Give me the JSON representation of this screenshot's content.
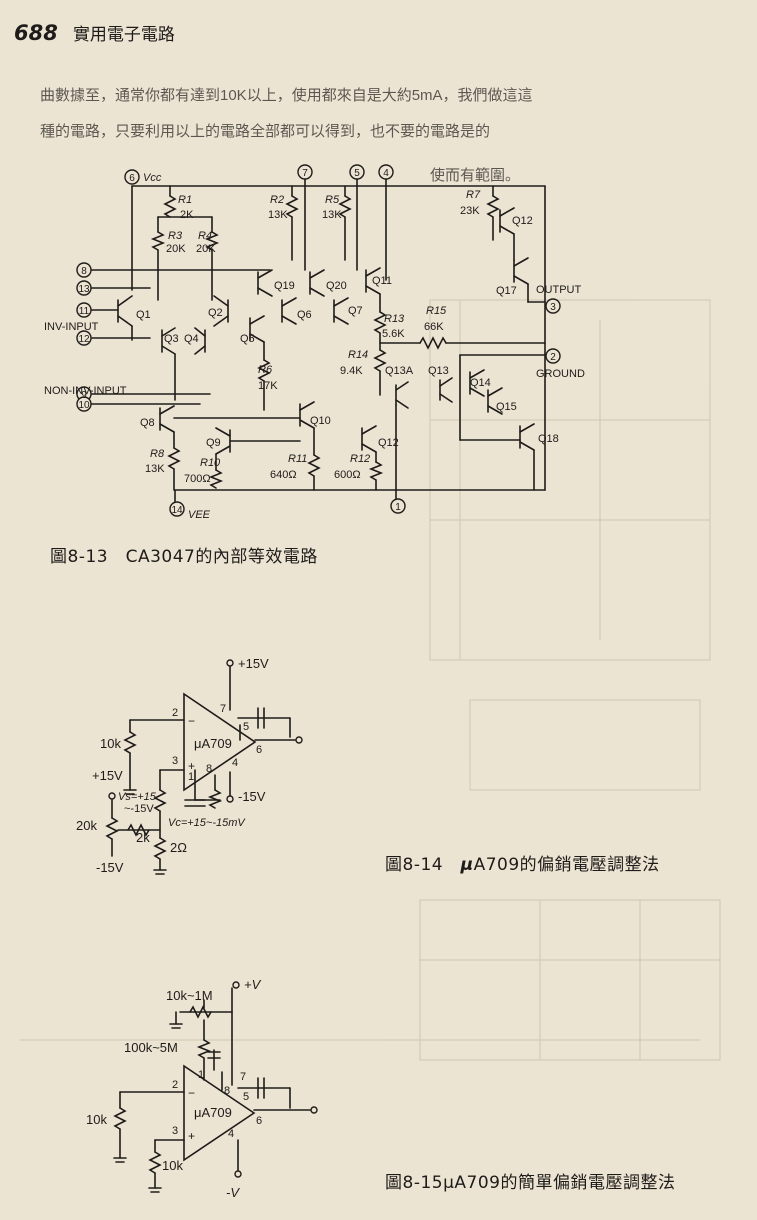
{
  "header": {
    "page_number": "688",
    "book_title": "實用電子電路"
  },
  "bleed_through": {
    "line1": "曲數據至，通常你都有達到10K以上，使用都來自是大約5mA，我們做這這",
    "line2": "種的電路，只要利用以上的電路全部都可以得到，也不要的電路是的",
    "line3": "使而有範圍。"
  },
  "figure_8_13": {
    "caption": "圖8-13　CA3047的內部等效電路",
    "pins": {
      "p1": "1",
      "p2": "2",
      "p3": "3",
      "p4": "4",
      "p5": "5",
      "p6": "6",
      "p7": "7",
      "p8": "8",
      "p9": "9",
      "p10": "10",
      "p11": "11",
      "p12": "12",
      "p13": "13",
      "p14": "14"
    },
    "vcc": "Vcc",
    "vee": "VEE",
    "inv_input": "INV-INPUT",
    "non_inv_input": "NON-INV-INPUT",
    "output": "OUTPUT",
    "ground": "GROUND",
    "resistors": {
      "r1": "R1",
      "r1v": "2K",
      "r2": "R2",
      "r2v": "13K",
      "r3": "R3",
      "r3v": "20K",
      "r4": "R4",
      "r4v": "20K",
      "r5": "R5",
      "r5v": "13K",
      "r6": "R6",
      "r6v": "17K",
      "r7": "R7",
      "r7v": "23K",
      "r8": "R8",
      "r8v": "13K",
      "r10": "R10",
      "r10v": "700Ω",
      "r11": "R11",
      "r11v": "640Ω",
      "r12": "R12",
      "r12v": "600Ω",
      "r13": "R13",
      "r13v": "5.6K",
      "r14": "R14",
      "r14v": "9.4K",
      "r15": "R15",
      "r15v": "66K"
    },
    "transistors": {
      "q1": "Q1",
      "q2": "Q2",
      "q3": "Q3",
      "q4": "Q4",
      "q5": "Q5",
      "q6": "Q6",
      "q7": "Q7",
      "q8": "Q8",
      "q9": "Q9",
      "q10": "Q10",
      "q11": "Q11",
      "q12": "Q12",
      "q12b": "Q12",
      "q13": "Q13",
      "q13a": "Q13A",
      "q14": "Q14",
      "q15": "Q15",
      "q17": "Q17",
      "q18": "Q18",
      "q19": "Q19",
      "q20": "Q20"
    }
  },
  "figure_8_14": {
    "caption_prefix": "圖8-14　",
    "mu": "μ",
    "caption_rest": "A709的偏銷電壓調整法",
    "opamp": "μA709",
    "plus15": "+15V",
    "minus15": "-15V",
    "minus15b": "-15V",
    "plus15b": "+15V",
    "r10k": "10k",
    "r20k": "20k",
    "r2k": "2k",
    "r2ohm": "2Ω",
    "vs": "Vs=+15",
    "vs2": "~-15V",
    "vc": "Vc=+15~-15mV",
    "pin2": "2",
    "pin3": "3",
    "pin7": "7",
    "pin5": "5",
    "pin6": "6",
    "pin4": "4",
    "pin1": "1",
    "pin8": "8",
    "plus": "+",
    "minus": "−"
  },
  "figure_8_15": {
    "caption": "圖8-15μA709的簡單偏銷電壓調整法",
    "opamp": "μA709",
    "pot": "10k~1M",
    "rpot2": "100k~5M",
    "r10k_a": "10k",
    "r10k_b": "10k",
    "vplus": "+V",
    "vminus": "-V",
    "pin2": "2",
    "pin3": "3",
    "pin1": "1",
    "pin8": "8",
    "pin7": "7",
    "pin5": "5",
    "pin6": "6",
    "pin4": "4",
    "plus": "+",
    "minus": "−"
  },
  "colors": {
    "paper": "#ece4d2",
    "ink": "#1e1c1a",
    "bleed": "#b9ad98"
  }
}
